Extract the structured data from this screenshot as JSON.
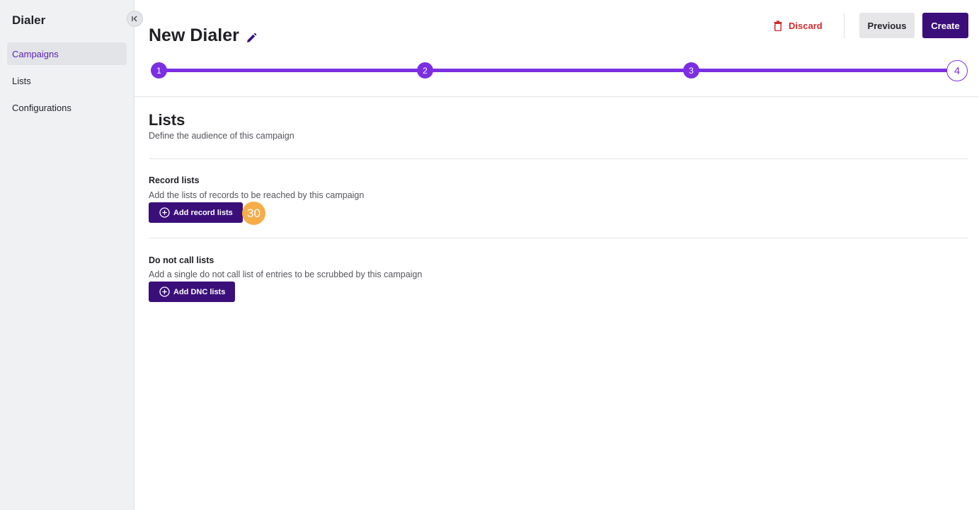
{
  "sidebar": {
    "title": "Dialer",
    "collapse_icon": "collapse-left-icon",
    "items": [
      {
        "label": "Campaigns",
        "active": true
      },
      {
        "label": "Lists",
        "active": false
      },
      {
        "label": "Configurations",
        "active": false
      }
    ]
  },
  "header": {
    "title": "New Dialer",
    "edit_icon": "pencil-icon",
    "discard_label": "Discard",
    "discard_icon": "trash-icon",
    "previous_label": "Previous",
    "create_label": "Create"
  },
  "stepper": {
    "steps": [
      "1",
      "2",
      "3",
      "4"
    ],
    "current": 4
  },
  "content": {
    "title": "Lists",
    "subtitle": "Define the audience of this campaign",
    "record_lists": {
      "title": "Record lists",
      "description": "Add the lists of records to be reached by this campaign",
      "button_label": "Add record lists",
      "button_icon": "plus-circle-icon",
      "badge": "30"
    },
    "dnc_lists": {
      "title": "Do not call lists",
      "description": "Add a single do not call list of entries to be scrubbed by this campaign",
      "button_label": "Add DNC lists",
      "button_icon": "plus-circle-icon"
    }
  },
  "colors": {
    "accent": "#7c2fe2",
    "primary_button": "#3b0f7a",
    "danger": "#d12c2c",
    "badge": "#f6ac49"
  }
}
